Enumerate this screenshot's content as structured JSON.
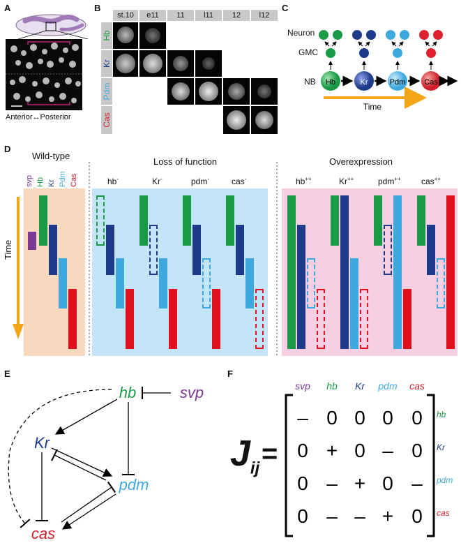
{
  "panels": {
    "a": "A",
    "b": "B",
    "c": "C",
    "d": "D",
    "e": "E",
    "f": "F"
  },
  "panel_a": {
    "anterior_posterior": "Anterior↔Posterior"
  },
  "panel_b": {
    "columns": [
      "st.10",
      "e11",
      "11",
      "l11",
      "12",
      "l12"
    ],
    "rows": [
      {
        "label": "Hb",
        "color": "#1a9a46"
      },
      {
        "label": "Kr",
        "color": "#1e3a8a"
      },
      {
        "label": "Pdm",
        "color": "#3fa9de"
      },
      {
        "label": "Cas",
        "color": "#d0202e"
      }
    ]
  },
  "panel_c": {
    "neuron_label": "Neuron",
    "gmc_label": "GMC",
    "nb_label": "NB",
    "time_label": "Time",
    "nbs": [
      {
        "label": "Hb",
        "color": "#1a9a46"
      },
      {
        "label": "Kr",
        "color": "#1e3a8a"
      },
      {
        "label": "Pdm",
        "color": "#3fa9de"
      },
      {
        "label": "Cas",
        "color": "#d0202e"
      }
    ]
  },
  "panel_d": {
    "wild_type": "Wild-type",
    "loss_of_function": "Loss of function",
    "overexpression": "Overexpression",
    "time": "Time",
    "genes": [
      {
        "label": "svp",
        "color": "#7b3a96"
      },
      {
        "label": "Hb",
        "color": "#1a9a46"
      },
      {
        "label": "Kr",
        "color": "#1e3a8a"
      },
      {
        "label": "Pdm",
        "color": "#3fa9de"
      },
      {
        "label": "Cas",
        "color": "#d0202e"
      }
    ],
    "lof_labels": [
      {
        "gene": "hb",
        "sup": "-"
      },
      {
        "gene": "Kr",
        "sup": "-"
      },
      {
        "gene": "pdm",
        "sup": "-"
      },
      {
        "gene": "cas",
        "sup": "-"
      }
    ],
    "oe_labels": [
      {
        "gene": "hb",
        "sup": "++"
      },
      {
        "gene": "Kr",
        "sup": "++"
      },
      {
        "gene": "pdm",
        "sup": "++"
      },
      {
        "gene": "cas",
        "sup": "++"
      }
    ]
  },
  "panel_e": {
    "nodes": [
      {
        "label": "hb",
        "color": "#1a9a46"
      },
      {
        "label": "svp",
        "color": "#7b3a96"
      },
      {
        "label": "Kr",
        "color": "#1e3a8a"
      },
      {
        "label": "pdm",
        "color": "#3fa9de"
      },
      {
        "label": "cas",
        "color": "#d0202e"
      }
    ]
  },
  "panel_f": {
    "lhs_main": "J",
    "lhs_sub": "ij",
    "equals": "=",
    "col_headers": [
      {
        "label": "svp",
        "color": "#7b3a96"
      },
      {
        "label": "hb",
        "color": "#1a9a46"
      },
      {
        "label": "Kr",
        "color": "#1e3a8a"
      },
      {
        "label": "pdm",
        "color": "#3fa9de"
      },
      {
        "label": "cas",
        "color": "#d0202e"
      }
    ],
    "row_headers": [
      {
        "label": "hb",
        "color": "#1a9a46"
      },
      {
        "label": "Kr",
        "color": "#1e3a8a"
      },
      {
        "label": "pdm",
        "color": "#3fa9de"
      },
      {
        "label": "cas",
        "color": "#d0202e"
      }
    ],
    "matrix": [
      [
        "–",
        "0",
        "0",
        "0",
        "0"
      ],
      [
        "0",
        "+",
        "0",
        "–",
        "0"
      ],
      [
        "0",
        "–",
        "+",
        "0",
        "–"
      ],
      [
        "0",
        "–",
        "–",
        "+",
        "0"
      ]
    ]
  }
}
